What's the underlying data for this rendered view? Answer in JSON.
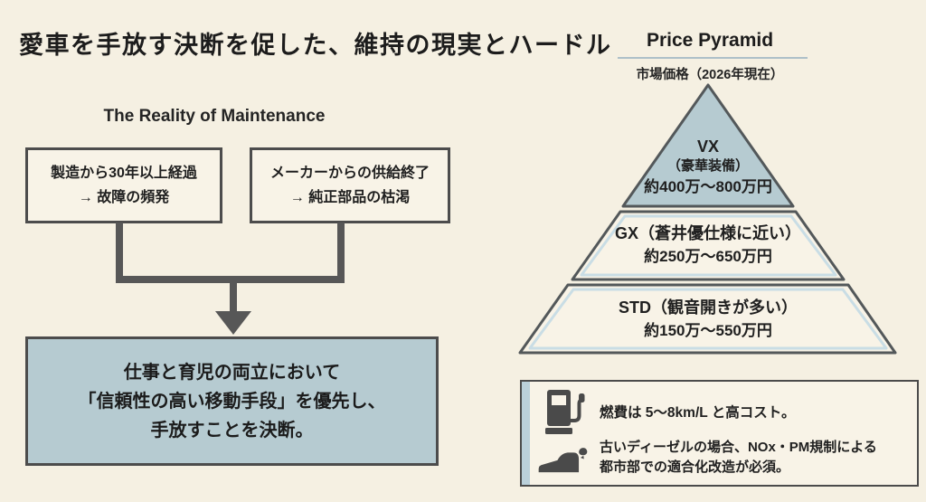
{
  "page": {
    "title": "愛車を手放す決断を促した、維持の現実とハードル"
  },
  "maintenance": {
    "heading": "The Reality of Maintenance",
    "box_aging": {
      "line1": "製造から30年以上経過",
      "line2": "→ 故障の頻発"
    },
    "box_supply": {
      "line1": "メーカーからの供給終了",
      "line2": "→ 純正部品の枯渇"
    },
    "conclusion": {
      "line1": "仕事と育児の両立において",
      "line2": "「信頼性の高い移動手段」を優先し、",
      "line3": "手放すことを決断。"
    }
  },
  "pyramid": {
    "title": "Price Pyramid",
    "subtitle": "市場価格（2026年現在）",
    "tier_vx": {
      "name": "VX",
      "note": "（豪華装備）",
      "price": "約400万〜800万円"
    },
    "tier_gx": {
      "name": "GX（蒼井優仕様に近い）",
      "price": "約250万〜650万円"
    },
    "tier_std": {
      "name": "STD（観音開きが多い）",
      "price": "約150万〜550万円"
    }
  },
  "cost_notes": {
    "fuel": "燃費は 5〜8km/L と高コスト。",
    "regulation_line1": "古いディーゼルの場合、NOx・PM規制による",
    "regulation_line2": "都市部での適合化改造が必須。"
  },
  "icons": {
    "fuel": "fuel-pump-icon",
    "exhaust": "car-exhaust-icon"
  },
  "colors": {
    "background": "#f5f0e2",
    "panel_cream": "#f8f3e7",
    "accent_blue": "#b6cbd1",
    "accent_blue_light": "#c9dde5",
    "border_dark": "#4c4c4c",
    "line_gray": "#575757",
    "text_dark": "#1f1f1f"
  }
}
